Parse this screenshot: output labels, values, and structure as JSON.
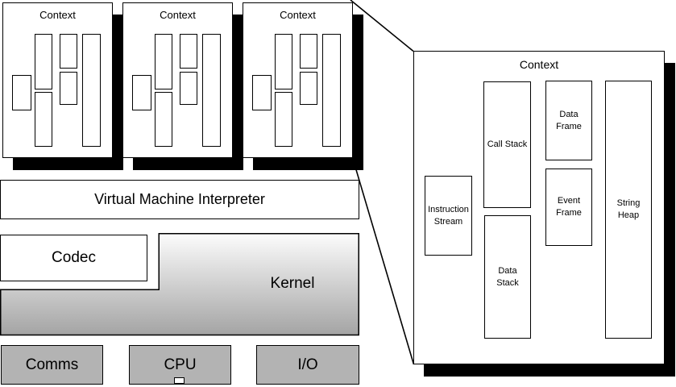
{
  "small_contexts": {
    "items": [
      {
        "label": "Context"
      },
      {
        "label": "Context"
      },
      {
        "label": "Context"
      }
    ]
  },
  "expanded_context": {
    "title": "Context",
    "instruction_stream": "Instruction\nStream",
    "call_stack": "Call Stack",
    "data_stack": "Data\nStack",
    "data_frame": "Data\nFrame",
    "event_frame": "Event\nFrame",
    "string_heap": "String\nHeap"
  },
  "layers": {
    "vmi": "Virtual Machine Interpreter",
    "codec": "Codec",
    "kernel": "Kernel"
  },
  "hardware": {
    "comms": "Comms",
    "cpu": "CPU",
    "io": "I/O"
  },
  "colors": {
    "border": "#000000",
    "shadow": "#000000",
    "box_fill": "#ffffff",
    "hardware_fill": "#b3b3b3",
    "kernel_gradient_top": "#fcfcfc",
    "kernel_gradient_bottom": "#a4a4a4"
  }
}
